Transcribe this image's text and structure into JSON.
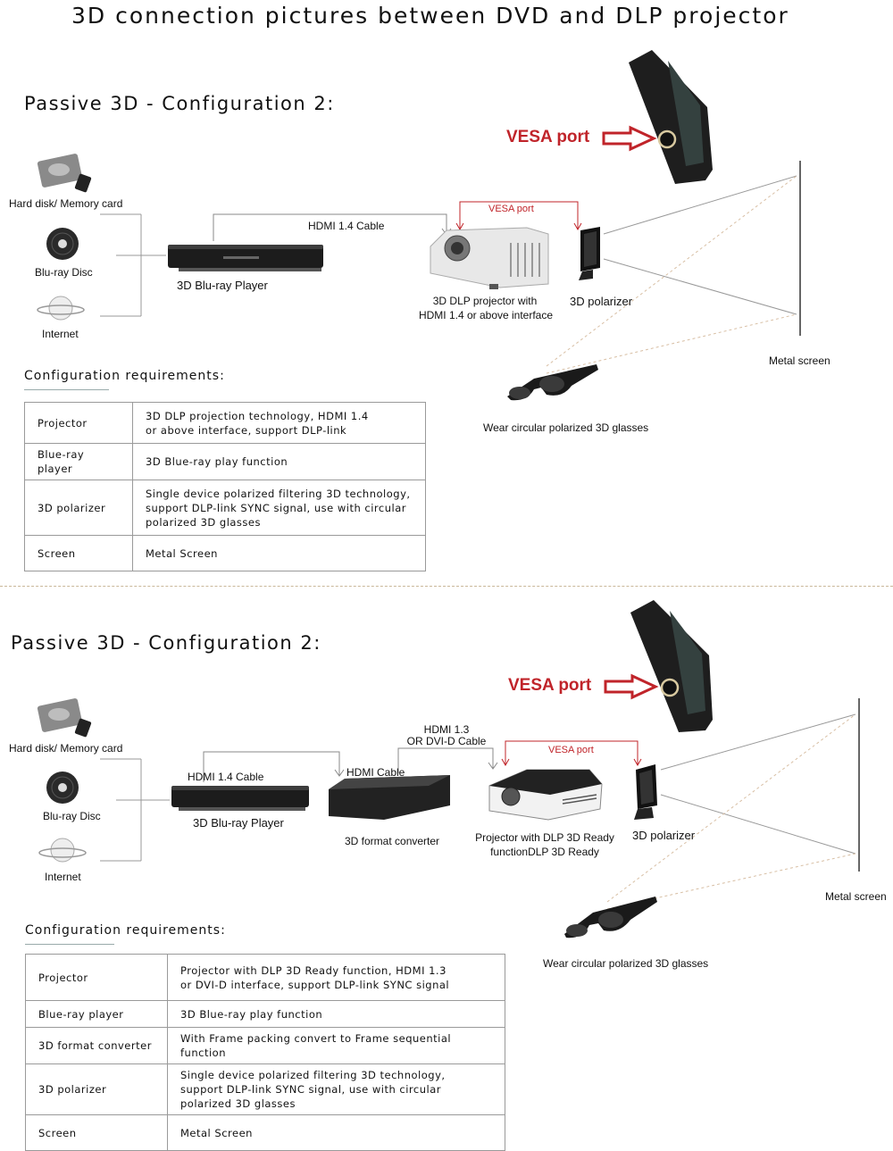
{
  "title": "3D connection pictures between DVD and DLP projector",
  "section1": {
    "heading": "Passive 3D - Configuration 2:",
    "sources": {
      "hard_disk": "Hard disk/ Memory card",
      "bluray_disc": "Blu-ray Disc",
      "internet": "Internet"
    },
    "player": "3D Blu-ray Player",
    "cable": "HDMI 1.4 Cable",
    "vesa_big": "VESA port",
    "vesa_small": "VESA port",
    "projector_line1": "3D DLP projector with",
    "projector_line2": "HDMI 1.4 or above interface",
    "polarizer": "3D polarizer",
    "screen": "Metal screen",
    "glasses": "Wear circular polarized 3D glasses",
    "requirements_title": "Configuration requirements:",
    "requirements": [
      {
        "item": "Projector",
        "lines": [
          "3D DLP projection technology, HDMI 1.4",
          "or above interface, support DLP-link"
        ]
      },
      {
        "item": "Blue-ray player",
        "lines": [
          "3D Blue-ray play function"
        ]
      },
      {
        "item": "3D polarizer",
        "lines": [
          "Single device polarized filtering 3D technology,",
          "support DLP-link SYNC signal, use with circular",
          "polarized 3D glasses"
        ]
      },
      {
        "item": "Screen",
        "lines": [
          "Metal Screen"
        ]
      }
    ]
  },
  "section2": {
    "heading": "Passive 3D - Configuration 2:",
    "sources": {
      "hard_disk": "Hard disk/ Memory card",
      "bluray_disc": "Blu-ray Disc",
      "internet": "Internet"
    },
    "player": "3D Blu-ray Player",
    "cable1": "HDMI 1.4 Cable",
    "cable2": "HDMI Cable",
    "cable3_line1": "HDMI 1.3",
    "cable3_line2": "OR DVI-D Cable",
    "converter": "3D format converter",
    "vesa_big": "VESA port",
    "vesa_small": "VESA port",
    "projector_line1": "Projector with DLP 3D Ready",
    "projector_line2": "functionDLP 3D Ready",
    "polarizer": "3D polarizer",
    "screen": "Metal screen",
    "glasses": "Wear circular polarized 3D glasses",
    "requirements_title": "Configuration requirements:",
    "requirements": [
      {
        "item": "Projector",
        "lines": [
          "Projector with DLP 3D Ready function, HDMI 1.3",
          "or DVI-D interface, support DLP-link SYNC signal"
        ]
      },
      {
        "item": "Blue-ray player",
        "lines": [
          "3D Blue-ray play function"
        ]
      },
      {
        "item": "3D format converter",
        "lines": [
          "With Frame packing convert to Frame sequential function"
        ]
      },
      {
        "item": "3D polarizer",
        "lines": [
          "Single device polarized filtering 3D technology,",
          "support DLP-link SYNC signal, use with circular",
          "polarized 3D glasses"
        ]
      },
      {
        "item": "Screen",
        "lines": [
          "Metal Screen"
        ]
      }
    ]
  },
  "colors": {
    "vesa_red": "#c0242a",
    "device_black": "#1c1c1c",
    "projector_white": "#e8e8e8",
    "line_gray": "#888888",
    "dashed_divider": "#c9b79a"
  },
  "icons": [
    "hard-disk-icon",
    "memory-card-icon",
    "bluray-disc-icon",
    "internet-globe-icon",
    "bluray-player-icon",
    "dlp-projector-icon",
    "polarizer-icon",
    "polarized-glasses-icon",
    "metal-screen-icon",
    "vesa-device-icon",
    "arrow-right-icon",
    "format-converter-icon"
  ]
}
